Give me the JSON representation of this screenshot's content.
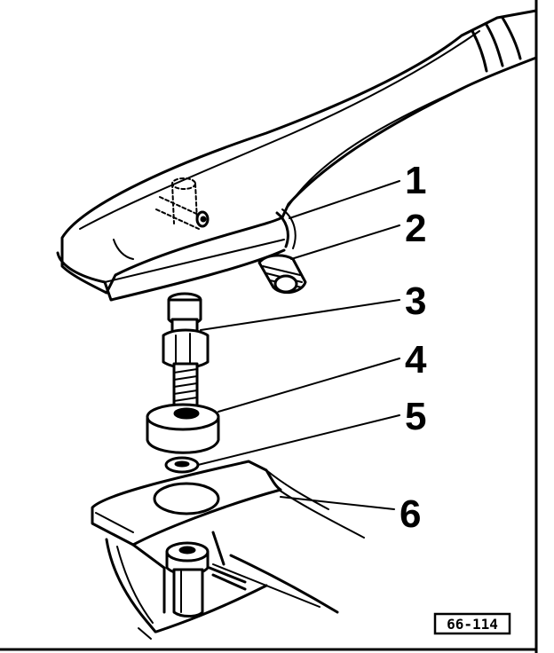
{
  "callouts": [
    {
      "label": "1"
    },
    {
      "label": "2"
    },
    {
      "label": "3"
    },
    {
      "label": "4"
    },
    {
      "label": "5"
    },
    {
      "label": "6"
    }
  ],
  "figure_id": "66-114",
  "colors": {
    "ink": "#000000",
    "paper": "#ffffff"
  }
}
